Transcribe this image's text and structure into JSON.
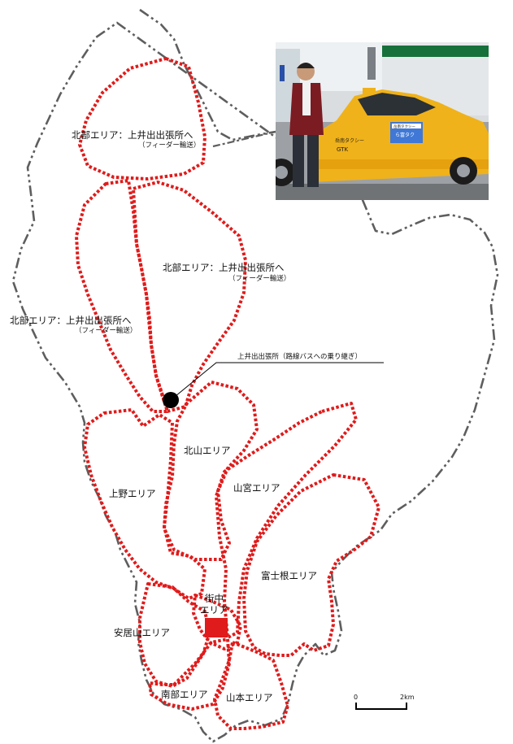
{
  "map": {
    "areas": [
      {
        "id": "north-top",
        "label": "北部エリア：上井出出張所へ",
        "sub": "（フィーダー輸送）"
      },
      {
        "id": "north-mid",
        "label": "北部エリア：上井出出張所へ",
        "sub": "（フィーダー輸送）"
      },
      {
        "id": "north-west",
        "label": "北部エリア：上井出出張所へ",
        "sub": "（フィーダー輸送）"
      },
      {
        "id": "kitayama",
        "label": "北山エリア"
      },
      {
        "id": "ueno",
        "label": "上野エリア"
      },
      {
        "id": "yamamiya",
        "label": "山宮エリア"
      },
      {
        "id": "fujine",
        "label": "富士根エリア"
      },
      {
        "id": "machinaka",
        "label": "街中",
        "label2": "エリア"
      },
      {
        "id": "anoyama",
        "label": "安居山エリア"
      },
      {
        "id": "nanbu",
        "label": "南部エリア"
      },
      {
        "id": "yamamoto",
        "label": "山本エリア"
      }
    ],
    "office_label": "上井出出張所（路線バスへの乗り継ぎ）",
    "scale": {
      "start": "0",
      "end": "2km"
    },
    "colors": {
      "zone": "#e01b1b",
      "boundary": "#5e5e5e"
    }
  },
  "photo": {
    "car_text_1": "岳南タクシー",
    "car_text_2": "GTK",
    "door_sign_1": "岳南タクシー",
    "door_sign_2": "ら富タク"
  }
}
